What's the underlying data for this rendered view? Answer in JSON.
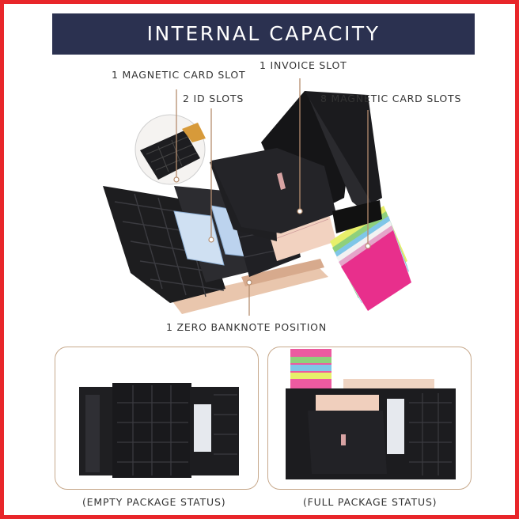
{
  "banner": {
    "title": "INTERNAL CAPACITY",
    "color": "#2b3150"
  },
  "frame_color": "#e8262a",
  "labels": {
    "magnetic_slot": "1 MAGNETIC CARD SLOT",
    "invoice_slot": "1 INVOICE SLOT",
    "id_slots": "2 ID SLOTS",
    "magnetic_slots_8": "8 MAGNETIC CARD SLOTS",
    "banknote": "1 ZERO BANKNOTE POSITION"
  },
  "panels": {
    "empty": "(EMPTY PACKAGE STATUS)",
    "full": "(FULL PACKAGE STATUS)"
  }
}
